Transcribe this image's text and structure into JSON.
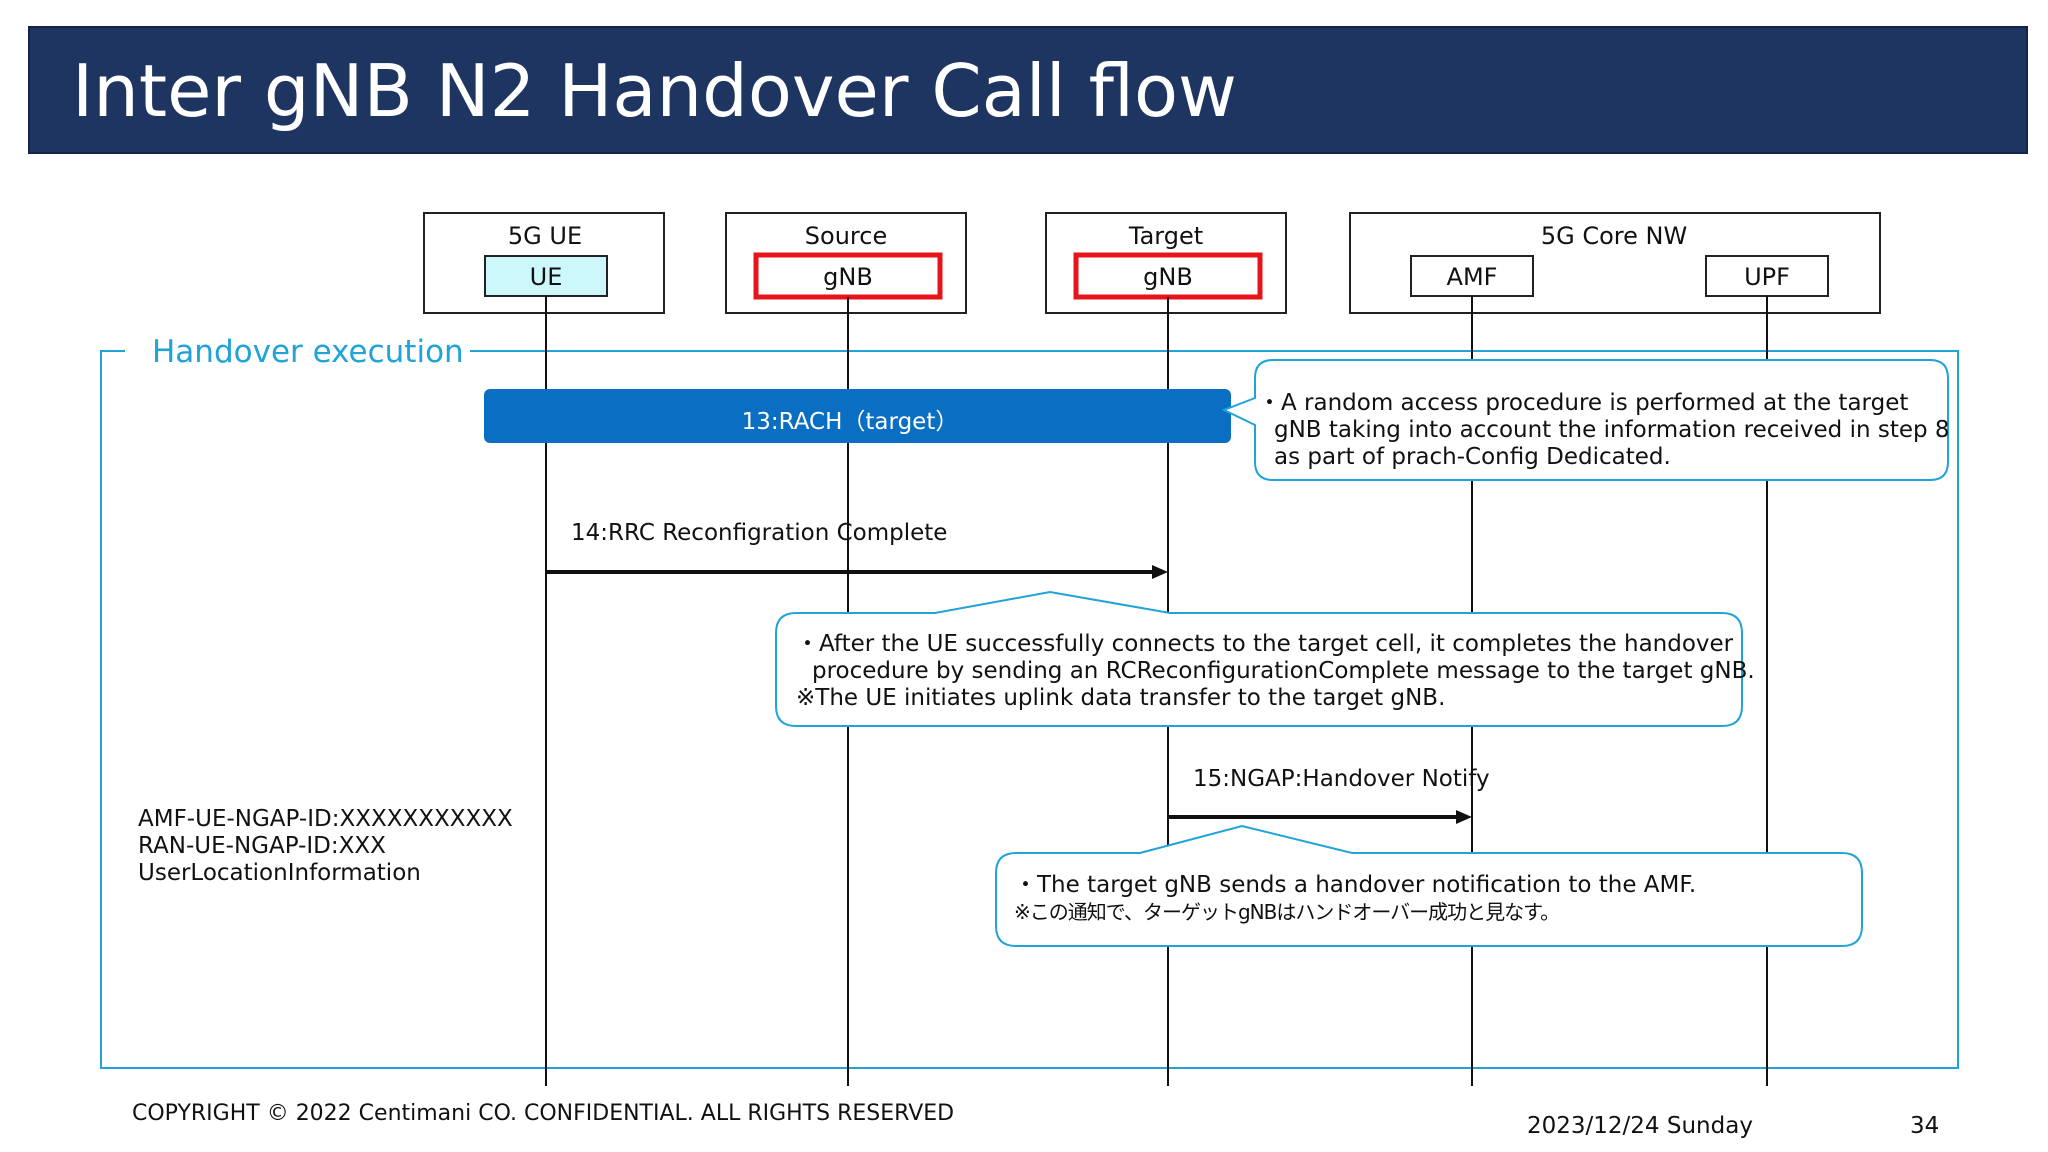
{
  "title": "Inter gNB N2 Handover Call flow",
  "entities": {
    "ue": {
      "group_label": "5G  UE",
      "node_label": "UE"
    },
    "source": {
      "group_label": "Source",
      "node_label": "gNB"
    },
    "target": {
      "group_label": "Target",
      "node_label": "gNB"
    },
    "core": {
      "group_label": "5G Core NW",
      "amf_label": "AMF",
      "upf_label": "UPF"
    }
  },
  "phase_label": "Handover execution",
  "steps": {
    "rach": "13:RACH（target）",
    "rrc": "14:RRC Reconfigration Complete",
    "notify": "15:NGAP:Handover Notify"
  },
  "notes": {
    "rach": [
      "・A random access procedure is performed at the target",
      "gNB taking into account the information received in step 8",
      "as part of prach-Config Dedicated."
    ],
    "rrc": [
      "・After the UE successfully connects to the target cell, it completes the handover",
      "procedure by sending an RCReconfigurationComplete message to the target gNB.",
      "※The UE initiates uplink data transfer to the target gNB."
    ],
    "notify": [
      "・The target gNB sends a handover notification to the AMF.",
      "※この通知で、ターゲットgNBはハンドオーバー成功と見なす。"
    ]
  },
  "ie_list": [
    "AMF-UE-NGAP-ID:XXXXXXXXXXX",
    "RAN-UE-NGAP-ID:XXX",
    "UserLocationInformation"
  ],
  "footer": {
    "copyright": "COPYRIGHT © 2022 Centimani CO. CONFIDENTIAL. ALL RIGHTS RESERVED",
    "date": "2023/12/24 Sunday",
    "page": "34"
  },
  "colors": {
    "title_bg": "#1f3561",
    "accent_cyan": "#1fa3d8",
    "rach_bar": "#0a6fc2",
    "highlight_red": "#e8141b",
    "ue_fill": "#ccf7fb"
  }
}
